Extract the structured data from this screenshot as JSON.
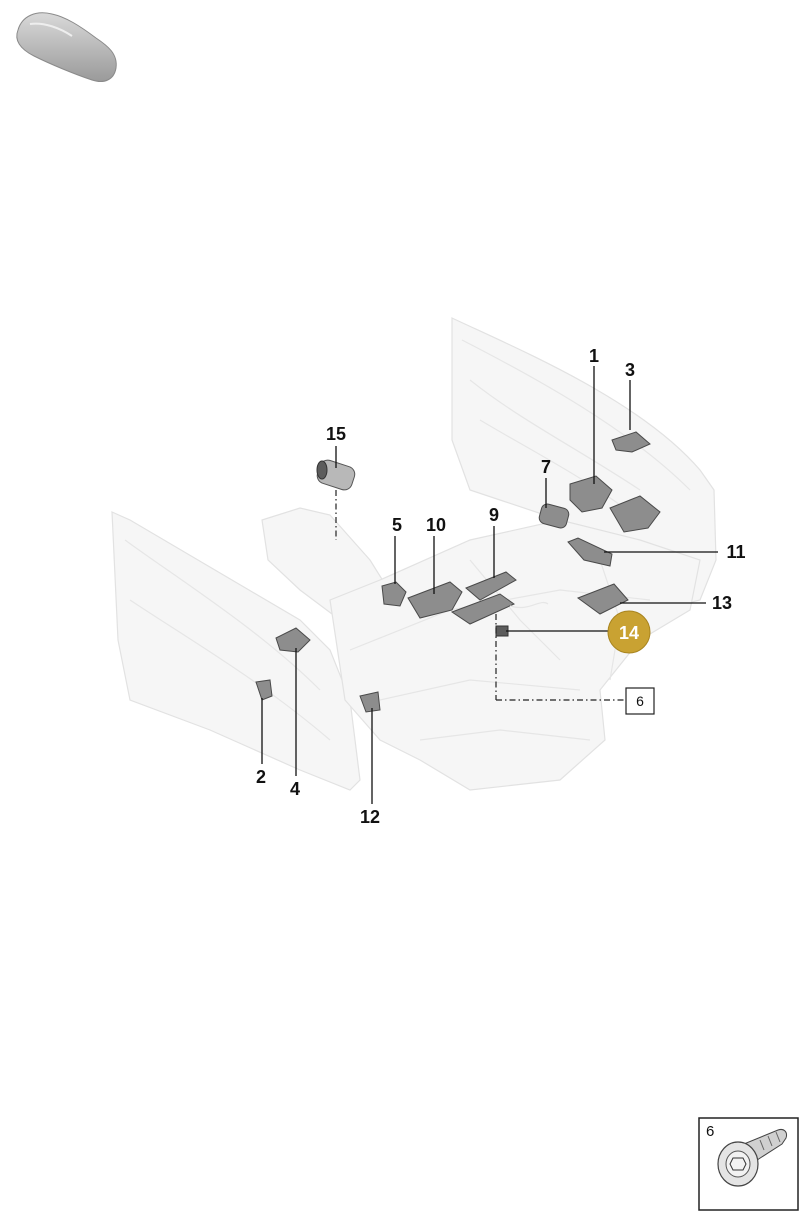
{
  "callouts": {
    "c1": "1",
    "c2": "2",
    "c3": "3",
    "c4": "4",
    "c5": "5",
    "c7": "7",
    "c9": "9",
    "c10": "10",
    "c11": "11",
    "c12": "12",
    "c13": "13",
    "c14": "14",
    "c15": "15"
  },
  "reference_box": {
    "label": "6"
  },
  "inset": {
    "label": "6",
    "icon": "screw-icon"
  },
  "header_icon": "car-silhouette-icon",
  "colors": {
    "highlight_badge": "#c9a232",
    "ghost_fill": "#f6f6f6",
    "part_fill": "#8d8d8d"
  }
}
